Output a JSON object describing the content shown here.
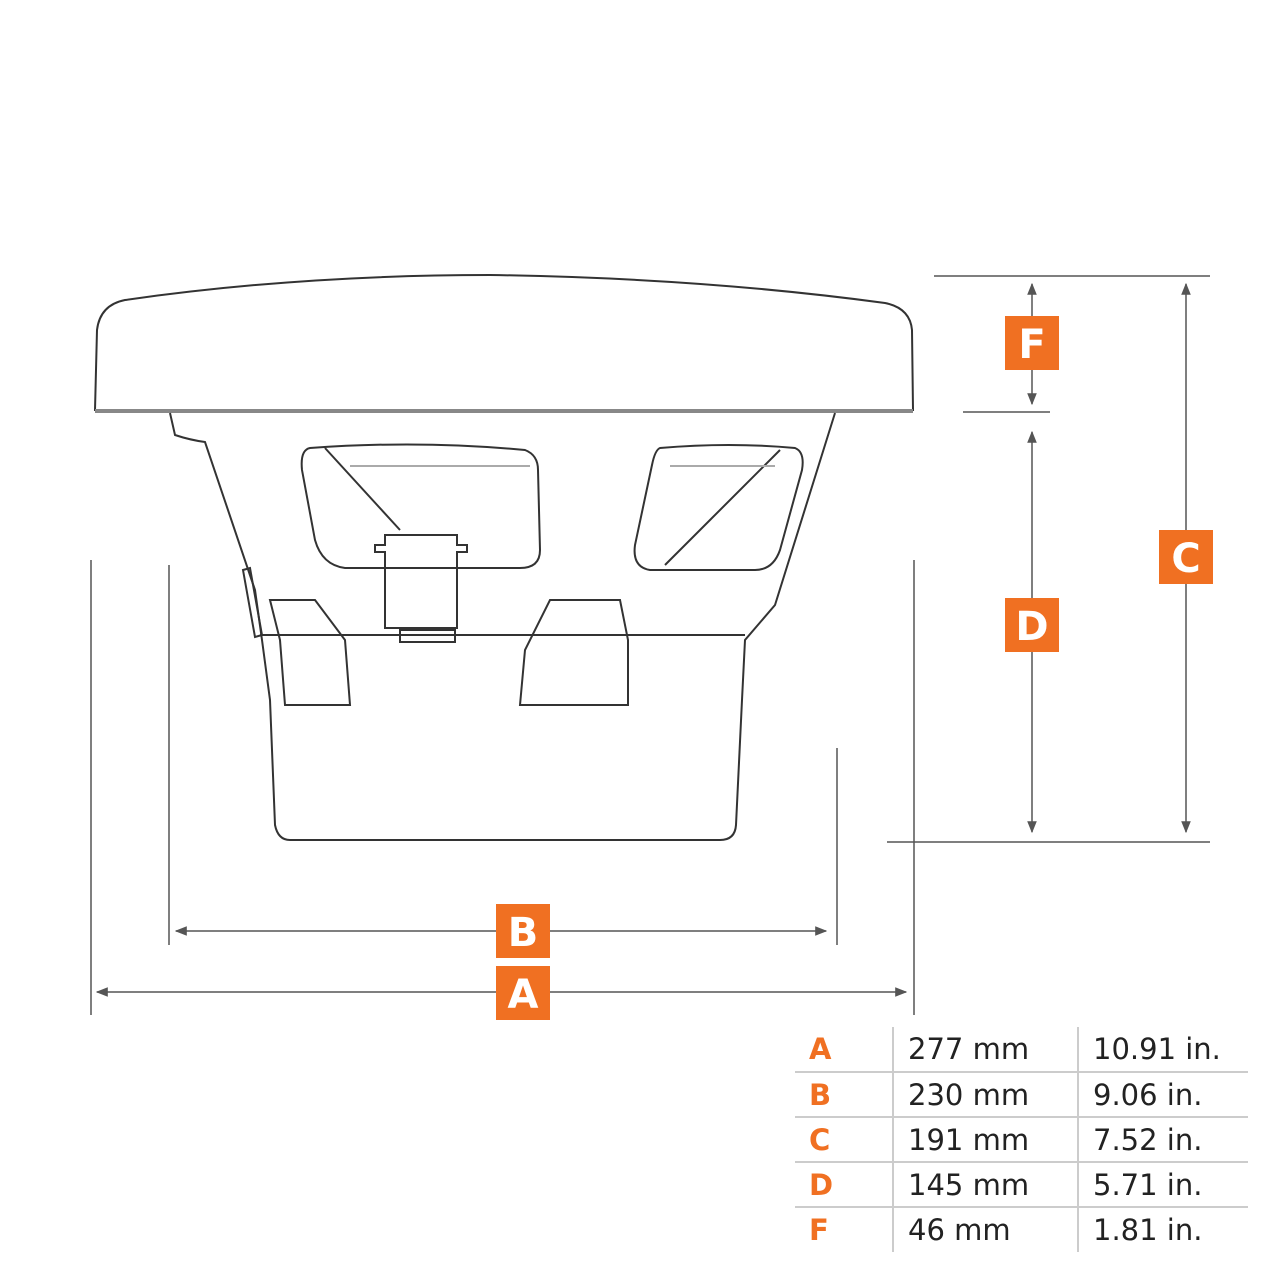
{
  "accent_color": "#f07022",
  "labels": {
    "A": "A",
    "B": "B",
    "C": "C",
    "D": "D",
    "F": "F"
  },
  "table": [
    {
      "key": "A",
      "mm": "277 mm",
      "in": "10.91 in."
    },
    {
      "key": "B",
      "mm": "230 mm",
      "in": "9.06 in."
    },
    {
      "key": "C",
      "mm": "191 mm",
      "in": "7.52 in."
    },
    {
      "key": "D",
      "mm": "145 mm",
      "in": "5.71 in."
    },
    {
      "key": "F",
      "mm": "46 mm",
      "in": "1.81 in."
    }
  ]
}
